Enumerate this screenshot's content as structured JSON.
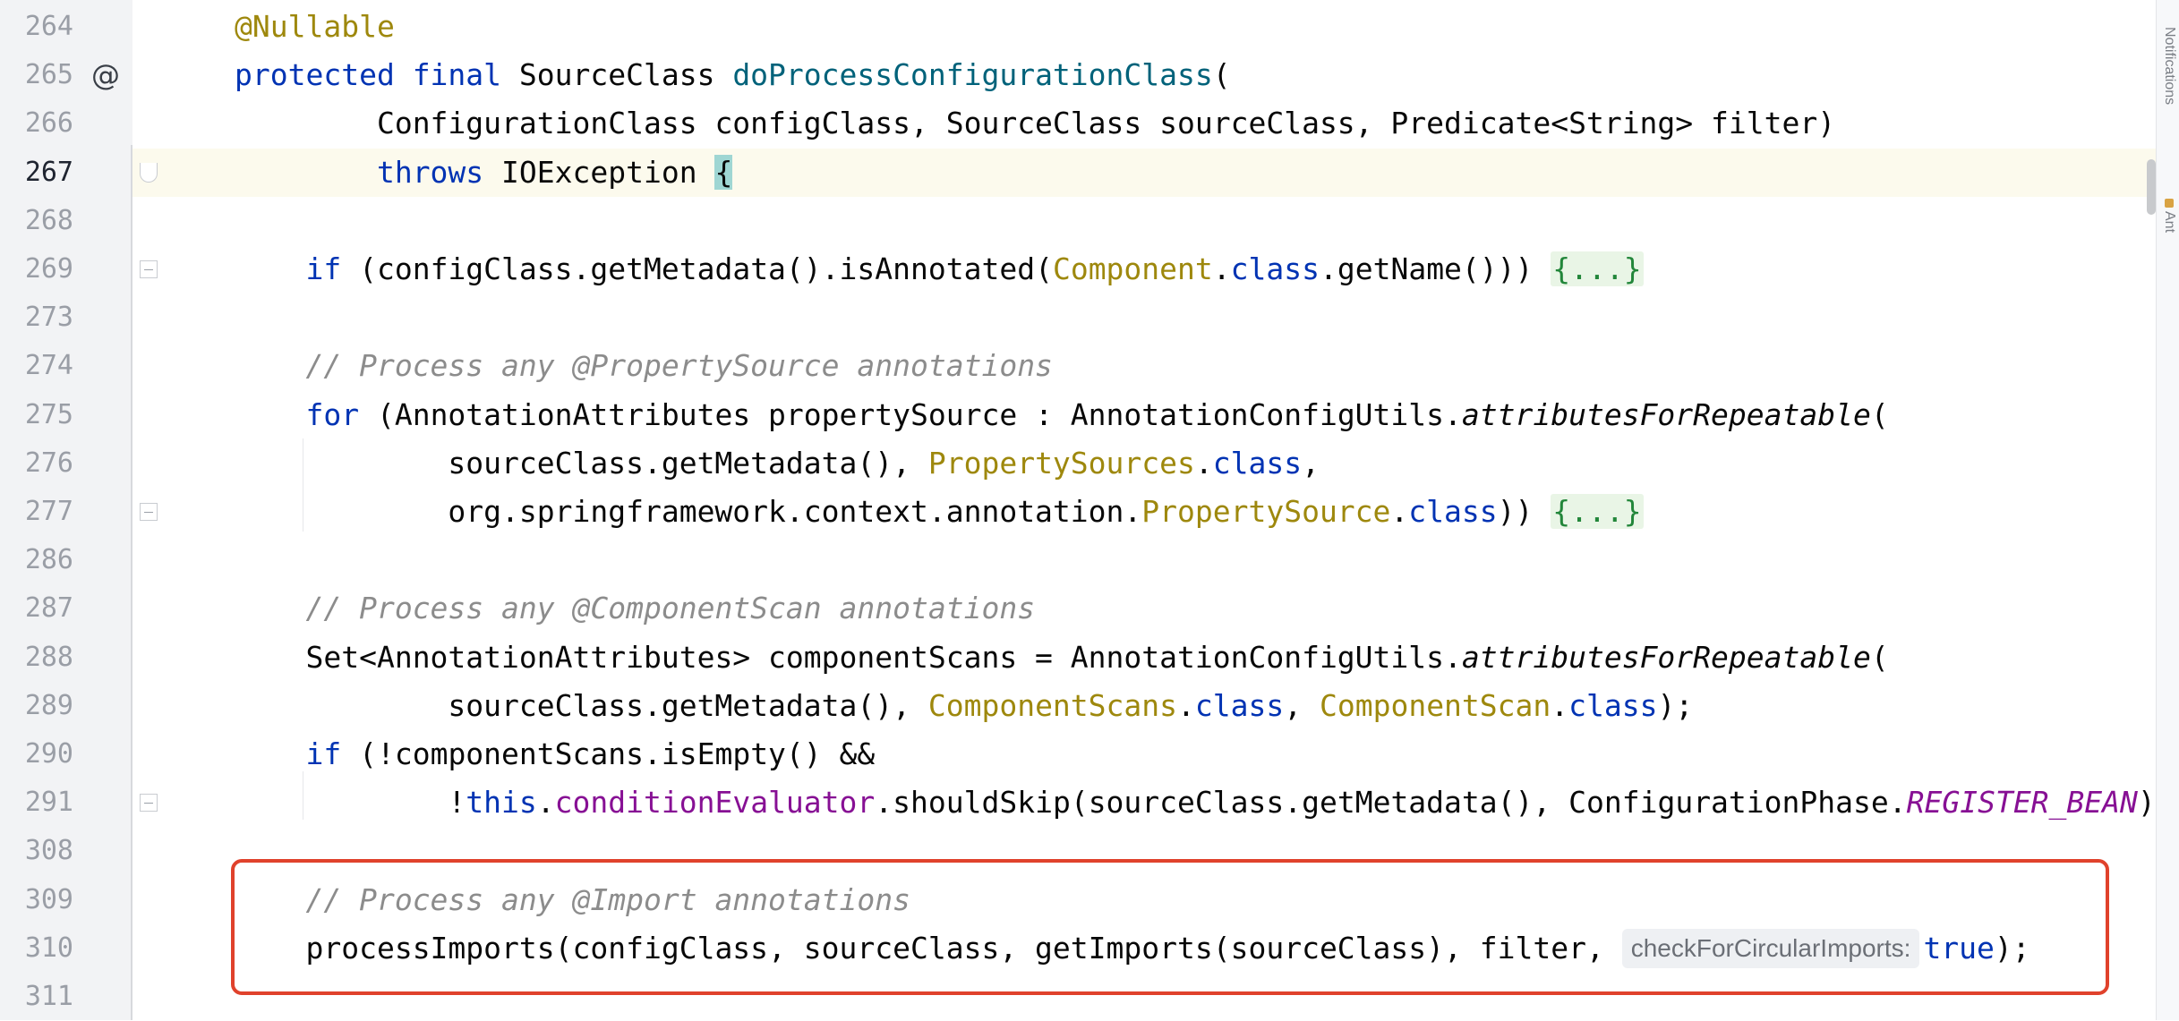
{
  "editor": {
    "language": "Java",
    "lines": [
      {
        "num": "264",
        "tokens": [
          {
            "t": "@Nullable",
            "c": "ann"
          }
        ]
      },
      {
        "num": "265",
        "gutter_icon": "@",
        "tokens": [
          {
            "t": "protected",
            "c": "kw"
          },
          {
            "t": " "
          },
          {
            "t": "final",
            "c": "kw"
          },
          {
            "t": " SourceClass "
          },
          {
            "t": "doProcessConfigurationClass",
            "c": "fn"
          },
          {
            "t": "("
          }
        ]
      },
      {
        "num": "266",
        "indent": 2,
        "tokens": [
          {
            "t": "ConfigurationClass configClass, SourceClass sourceClass, Predicate<String> filter)"
          }
        ]
      },
      {
        "num": "267",
        "indent": 2,
        "current": true,
        "tokens": [
          {
            "t": "throws",
            "c": "kw"
          },
          {
            "t": " IOException "
          },
          {
            "t": "{",
            "c": "brace-hl"
          }
        ]
      },
      {
        "num": "268",
        "tokens": []
      },
      {
        "num": "269",
        "indent": 1,
        "fold": true,
        "tokens": [
          {
            "t": "if",
            "c": "kw"
          },
          {
            "t": " (configClass.getMetadata().isAnnotated("
          },
          {
            "t": "Component",
            "c": "cls"
          },
          {
            "t": "."
          },
          {
            "t": "class",
            "c": "kw"
          },
          {
            "t": ".getName())) "
          },
          {
            "t": "{...}",
            "c": "fold"
          }
        ]
      },
      {
        "num": "273",
        "tokens": []
      },
      {
        "num": "274",
        "indent": 1,
        "tokens": [
          {
            "t": "// Process any @PropertySource annotations",
            "c": "cmt"
          }
        ]
      },
      {
        "num": "275",
        "indent": 1,
        "tokens": [
          {
            "t": "for",
            "c": "kw"
          },
          {
            "t": " (AnnotationAttributes propertySource : AnnotationConfigUtils."
          },
          {
            "t": "attributesForRepeatable",
            "c": "it"
          },
          {
            "t": "("
          }
        ]
      },
      {
        "num": "276",
        "indent": 3,
        "tokens": [
          {
            "t": "sourceClass.getMetadata(), "
          },
          {
            "t": "PropertySources",
            "c": "cls"
          },
          {
            "t": "."
          },
          {
            "t": "class",
            "c": "kw"
          },
          {
            "t": ","
          }
        ]
      },
      {
        "num": "277",
        "indent": 3,
        "fold": true,
        "tokens": [
          {
            "t": "org.springframework.context.annotation."
          },
          {
            "t": "PropertySource",
            "c": "cls"
          },
          {
            "t": "."
          },
          {
            "t": "class",
            "c": "kw"
          },
          {
            "t": ")) "
          },
          {
            "t": "{...}",
            "c": "fold"
          }
        ]
      },
      {
        "num": "286",
        "tokens": []
      },
      {
        "num": "287",
        "indent": 1,
        "tokens": [
          {
            "t": "// Process any @ComponentScan annotations",
            "c": "cmt"
          }
        ]
      },
      {
        "num": "288",
        "indent": 1,
        "tokens": [
          {
            "t": "Set<AnnotationAttributes> componentScans = AnnotationConfigUtils."
          },
          {
            "t": "attributesForRepeatable",
            "c": "it"
          },
          {
            "t": "("
          }
        ]
      },
      {
        "num": "289",
        "indent": 3,
        "tokens": [
          {
            "t": "sourceClass.getMetadata(), "
          },
          {
            "t": "ComponentScans",
            "c": "cls"
          },
          {
            "t": "."
          },
          {
            "t": "class",
            "c": "kw"
          },
          {
            "t": ", "
          },
          {
            "t": "ComponentScan",
            "c": "cls"
          },
          {
            "t": "."
          },
          {
            "t": "class",
            "c": "kw"
          },
          {
            "t": ");"
          }
        ]
      },
      {
        "num": "290",
        "indent": 1,
        "tokens": [
          {
            "t": "if",
            "c": "kw"
          },
          {
            "t": " (!componentScans.isEmpty() &&"
          }
        ]
      },
      {
        "num": "291",
        "indent": 3,
        "fold": true,
        "tokens": [
          {
            "t": "!"
          },
          {
            "t": "this",
            "c": "kw"
          },
          {
            "t": "."
          },
          {
            "t": "conditionEvaluator",
            "c": "fld"
          },
          {
            "t": ".shouldSkip(sourceClass.getMetadata(), ConfigurationPhase."
          },
          {
            "t": "REGISTER_BEAN",
            "c": "const"
          },
          {
            "t": ")"
          }
        ]
      },
      {
        "num": "308",
        "tokens": []
      },
      {
        "num": "309",
        "indent": 1,
        "tokens": [
          {
            "t": "// Process any @Import annotations",
            "c": "cmt"
          }
        ]
      },
      {
        "num": "310",
        "indent": 1,
        "tokens": [
          {
            "t": "processImports(configClass, sourceClass, getImports(sourceClass), filter, "
          },
          {
            "t": "checkForCircularImports:",
            "c": "hint"
          },
          {
            "t": "true",
            "c": "kw"
          },
          {
            "t": ");"
          }
        ]
      },
      {
        "num": "311",
        "tokens": []
      }
    ]
  },
  "side_panel": {
    "notifications_label": "Notifications",
    "ant_label": "Ant"
  },
  "colors": {
    "keyword": "#0033b3",
    "annotation": "#9e880d",
    "comment": "#8c8c8c",
    "field": "#871094",
    "highlight_box": "#e0422c"
  }
}
